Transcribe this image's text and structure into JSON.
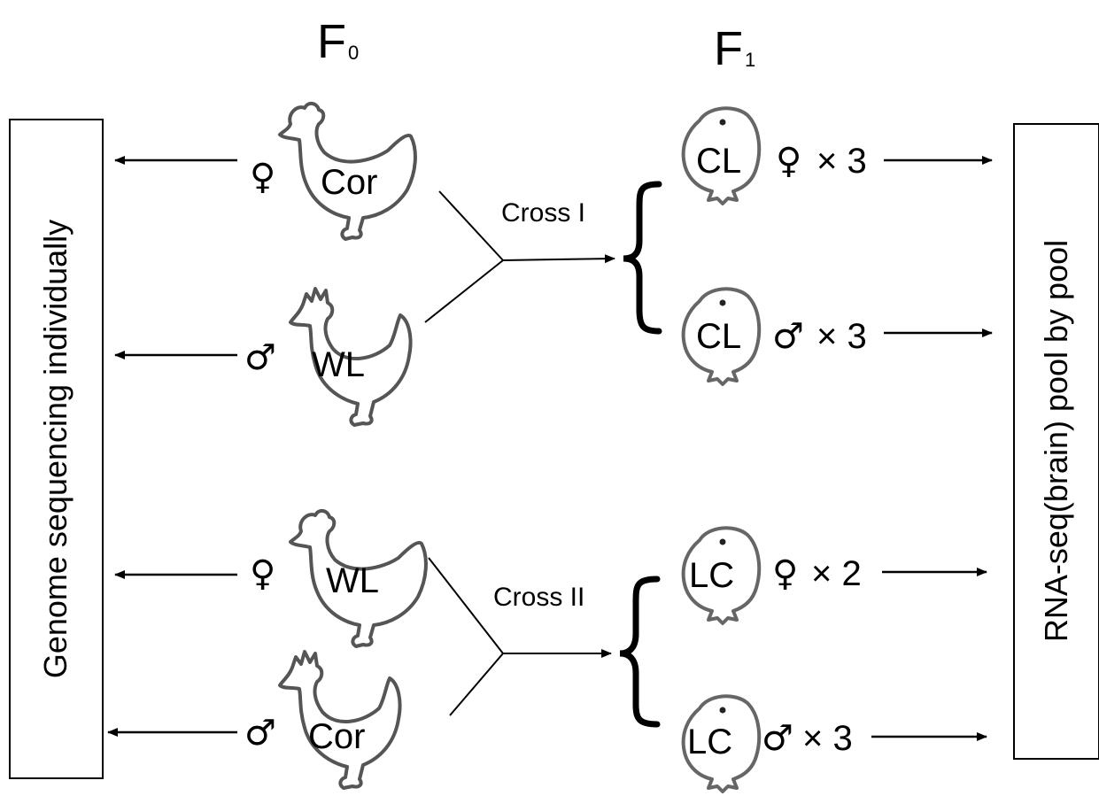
{
  "generations": {
    "f0": {
      "letter": "F",
      "sub": "0"
    },
    "f1": {
      "letter": "F",
      "sub": "1"
    }
  },
  "left_box": "Genome sequencing individually",
  "right_box": "RNA-seq(brain) pool by pool",
  "crosses": [
    {
      "label": "Cross I",
      "female_parent": {
        "breed": "Cor",
        "sex": "♀"
      },
      "male_parent": {
        "breed": "WL",
        "sex": "♂"
      },
      "offspring": [
        {
          "breed": "CL",
          "sex": "♀",
          "count": "× 3"
        },
        {
          "breed": "CL",
          "sex": "♂",
          "count": "× 3"
        }
      ]
    },
    {
      "label": "Cross II",
      "female_parent": {
        "breed": "WL",
        "sex": "♀"
      },
      "male_parent": {
        "breed": "Cor",
        "sex": "♂"
      },
      "offspring": [
        {
          "breed": "LC",
          "sex": "♀",
          "count": "× 2"
        },
        {
          "breed": "LC",
          "sex": "♂",
          "count": "× 3"
        }
      ]
    }
  ],
  "colors": {
    "line": "#000000",
    "bird_outline": "#555555",
    "background": "#ffffff"
  }
}
